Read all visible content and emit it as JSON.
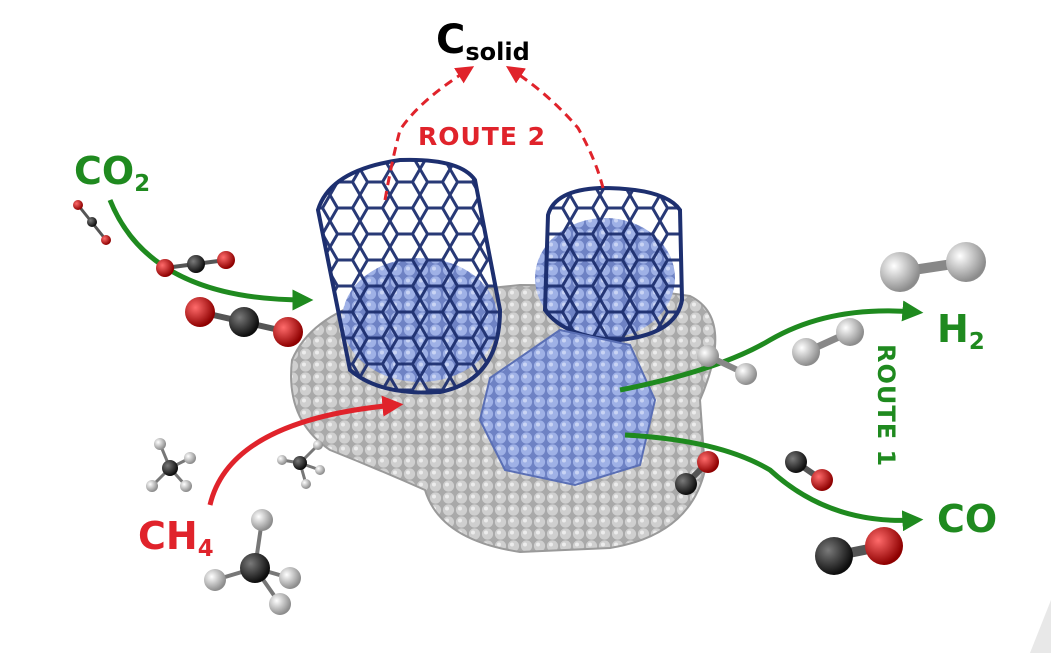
{
  "labels": {
    "c_solid": "C",
    "c_solid_sub": "solid",
    "co2_main": "CO",
    "co2_sub": "2",
    "ch4_main": "CH",
    "ch4_sub": "4",
    "h2_main": "H",
    "h2_sub": "2",
    "co": "CO",
    "route2": "ROUTE 2",
    "route1": "ROUTE 1"
  },
  "colors": {
    "route1_green": "#1f8a1f",
    "route2_red": "#e0232b",
    "carbon_nanotube": "#1d2f6f",
    "metal_particle": "#8fa2dc",
    "support": "#bdbdbd",
    "oxygen_atom": "#cc1010",
    "carbon_atom": "#222222",
    "hydrogen_atom": "#e6e6e6"
  }
}
